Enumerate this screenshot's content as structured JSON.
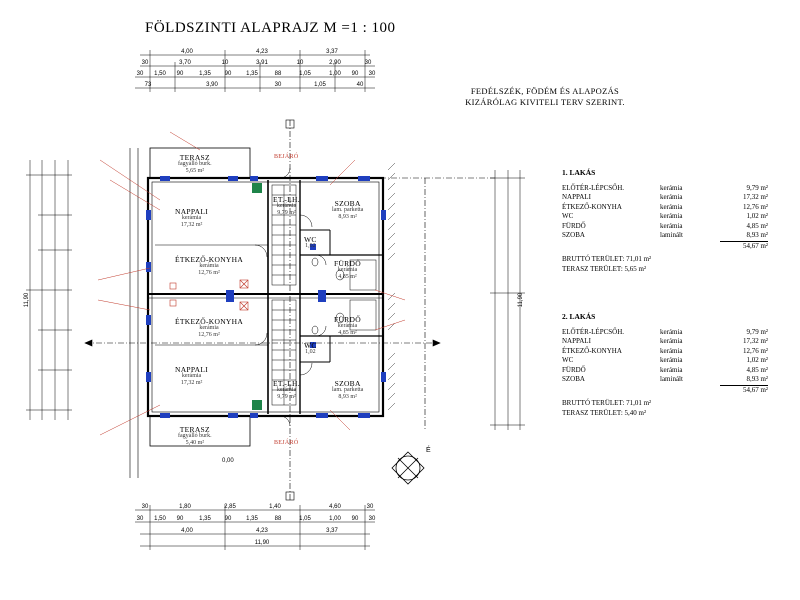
{
  "title": "FÖLDSZINTI ALAPRAJZ  M =1 : 100",
  "note": {
    "line1": "FEDÉLSZÉK, FÖDÉM ÉS ALAPOZÁS",
    "line2": "KIZÁRÓLAG KIVITELI TERV SZERINT."
  },
  "units": [
    {
      "heading": "1. LAKÁS",
      "rooms": [
        {
          "name": "ELŐTÉR-LÉPCSŐH.",
          "material": "kerámia",
          "area": "9,79 m²"
        },
        {
          "name": "NAPPALI",
          "material": "kerámia",
          "area": "17,32 m²"
        },
        {
          "name": "ÉTKEZŐ-KONYHA",
          "material": "kerámia",
          "area": "12,76 m²"
        },
        {
          "name": "WC",
          "material": "kerámia",
          "area": "1,02 m²"
        },
        {
          "name": "FÜRDŐ",
          "material": "kerámia",
          "area": "4,85 m²"
        },
        {
          "name": "SZOBA",
          "material": "laminált",
          "area": "8,93 m²"
        }
      ],
      "total": "54,67 m²",
      "gross": "BRUTTÓ TERÜLET: 71,01 m²",
      "terrace": "TERASZ TERÜLET:  5,65 m²"
    },
    {
      "heading": "2. LAKÁS",
      "rooms": [
        {
          "name": "ELŐTÉR-LÉPCSŐH.",
          "material": "kerámia",
          "area": "9,79 m²"
        },
        {
          "name": "NAPPALI",
          "material": "kerámia",
          "area": "17,32 m²"
        },
        {
          "name": "ÉTKEZŐ-KONYHA",
          "material": "kerámia",
          "area": "12,76 m²"
        },
        {
          "name": "WC",
          "material": "kerámia",
          "area": "1,02 m²"
        },
        {
          "name": "FÜRDŐ",
          "material": "kerámia",
          "area": "4,85 m²"
        },
        {
          "name": "SZOBA",
          "material": "laminált",
          "area": "8,93 m²"
        }
      ],
      "total": "54,67 m²",
      "gross": "BRUTTÓ TERÜLET: 71,01 m²",
      "terrace": "TERASZ TERÜLET:  5,40 m²"
    }
  ],
  "room_labels": {
    "terasz_top": {
      "label": "TERASZ",
      "sub": "fagyálló burk.",
      "area": "5,65 m²"
    },
    "terasz_bottom": {
      "label": "TERASZ",
      "sub": "fagyálló burk.",
      "area": "5,40 m²"
    },
    "nappali_top": {
      "label": "NAPPALI",
      "sub": "kerámia",
      "area": "17,32 m²"
    },
    "nappali_bottom": {
      "label": "NAPPALI",
      "sub": "kerámia",
      "area": "17,32 m²"
    },
    "etkezo_top": {
      "label": "ÉTKEZŐ-KONYHA",
      "sub": "kerámia",
      "area": "12,76 m²"
    },
    "etkezo_bottom": {
      "label": "ÉTKEZŐ-KONYHA",
      "sub": "kerámia",
      "area": "12,76 m²"
    },
    "elot_top": {
      "label": "ET.-LH.",
      "sub": "kerámia",
      "area": "9,79 m²"
    },
    "elot_bottom": {
      "label": "ET.-LH.",
      "sub": "kerámia",
      "area": "9,79 m²"
    },
    "szoba_top": {
      "label": "SZOBA",
      "sub": "lam. parketta",
      "area": "8,93 m²"
    },
    "szoba_bottom": {
      "label": "SZOBA",
      "sub": "lam. parketta",
      "area": "8,93 m²"
    },
    "furdo_top": {
      "label": "FÜRDŐ",
      "sub": "kerámia",
      "area": "4,85 m²"
    },
    "furdo_bottom": {
      "label": "FÜRDŐ",
      "sub": "kerámia",
      "area": "4,85 m²"
    },
    "wc_top": {
      "label": "WC",
      "area": "1,02"
    },
    "wc_bottom": {
      "label": "WC",
      "area": "1,02"
    },
    "bejaro_top": {
      "label": "BEJÁRÓ"
    },
    "bejaro_bottom": {
      "label": "BEJÁRÓ"
    }
  },
  "dimensions": {
    "top_row1": [
      "4,00",
      "4,23",
      "3,37"
    ],
    "top_row2": [
      "30",
      "3,70",
      "10",
      "3,91",
      "10",
      "2,90",
      "30"
    ],
    "top_row3": [
      "30",
      "1,50",
      "90",
      "1,35",
      "90",
      "1,35",
      "88",
      "1,05",
      "1,00",
      "90",
      "30"
    ],
    "top_row4": [
      "73",
      "3,90",
      "30",
      "1,05",
      "40"
    ],
    "bottom_row1": [
      "30",
      "1,80",
      "2,85",
      "1,40",
      "4,60",
      "30"
    ],
    "bottom_row2": [
      "30",
      "1,50",
      "90",
      "1,35",
      "90",
      "1,35",
      "88",
      "1,05",
      "1,00",
      "90",
      "30"
    ],
    "bottom_row3": [
      "4,00",
      "4,23",
      "3,37"
    ],
    "bottom_total": "11,90",
    "left_total": "11,90",
    "right_total": "11,90",
    "center_mark": "0,00"
  },
  "compass": {
    "letter": "É"
  },
  "colors": {
    "line": "#000000",
    "accent": "#c0392b",
    "window": "#1f3fbf",
    "fixture": "#1e8449"
  }
}
